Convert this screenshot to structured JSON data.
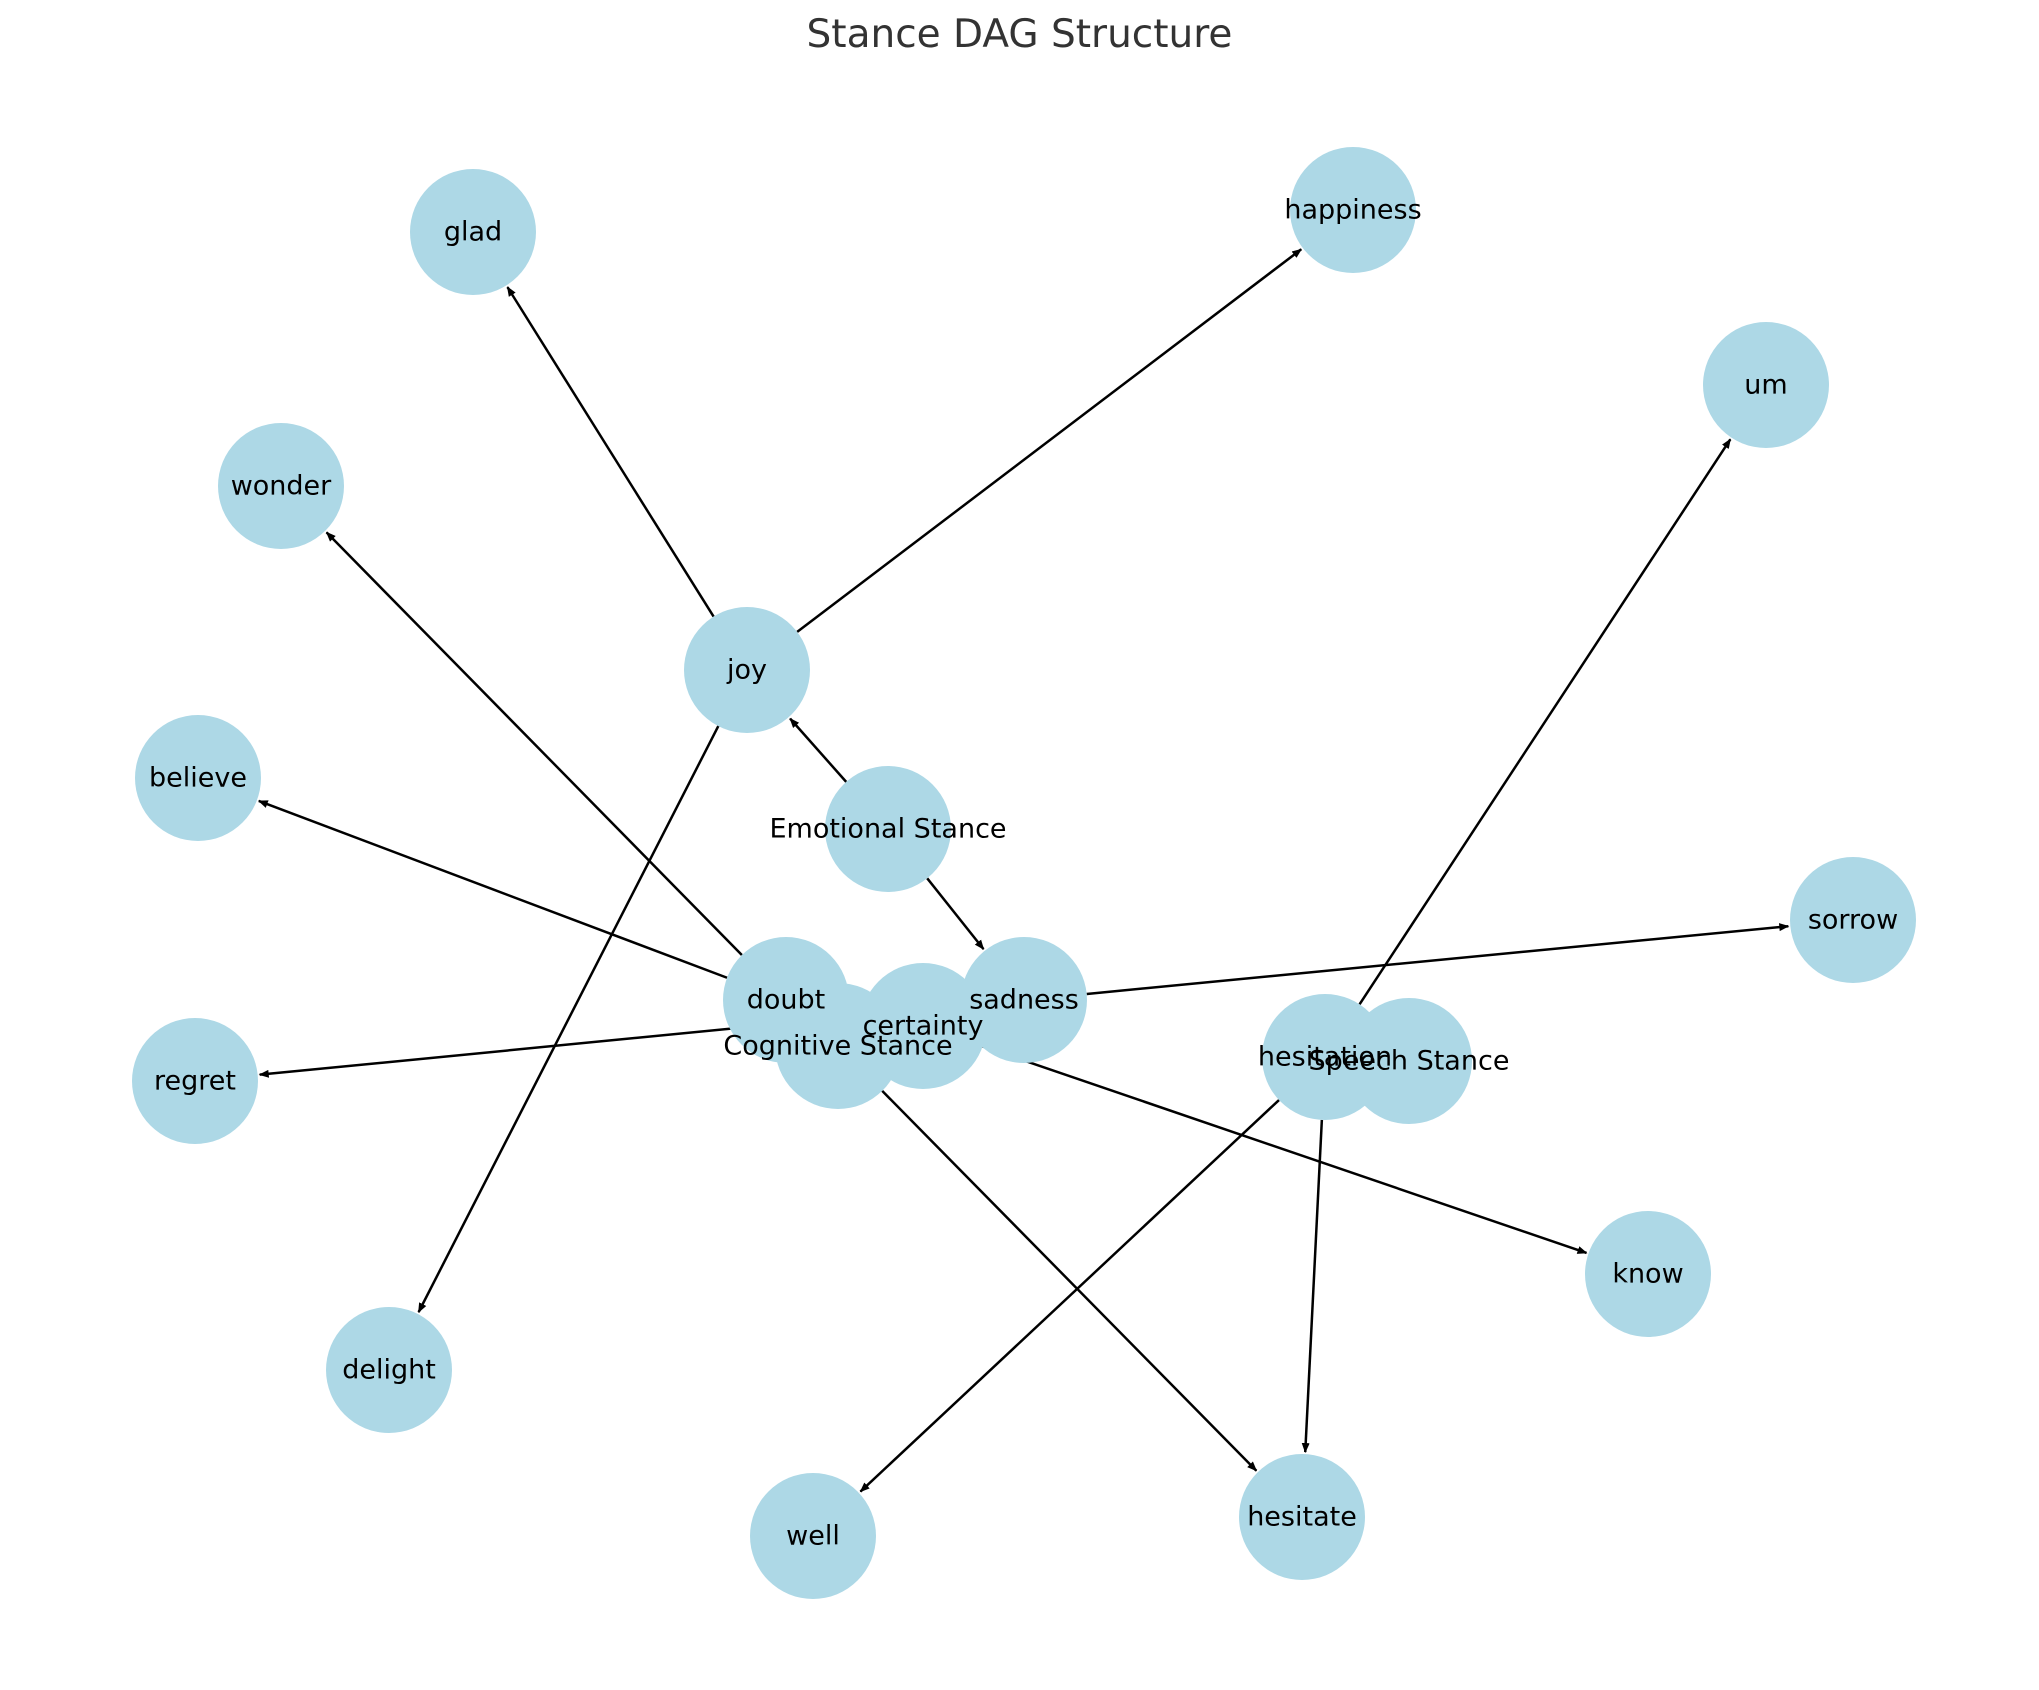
{
  "title": "Stance DAG Structure",
  "colors": {
    "node_fill": "#add8e6",
    "edge": "#000000",
    "title": "#333333"
  },
  "nodes": [
    {
      "id": "Emotional Stance",
      "label": "Emotional Stance"
    },
    {
      "id": "Cognitive Stance",
      "label": "Cognitive Stance"
    },
    {
      "id": "Speech Stance",
      "label": "Speech Stance"
    },
    {
      "id": "joy",
      "label": "joy"
    },
    {
      "id": "sadness",
      "label": "sadness"
    },
    {
      "id": "doubt",
      "label": "doubt"
    },
    {
      "id": "certainty",
      "label": "certainty"
    },
    {
      "id": "hesitation",
      "label": "hesitation"
    },
    {
      "id": "glad",
      "label": "glad"
    },
    {
      "id": "happiness",
      "label": "happiness"
    },
    {
      "id": "delight",
      "label": "delight"
    },
    {
      "id": "sorrow",
      "label": "sorrow"
    },
    {
      "id": "regret",
      "label": "regret"
    },
    {
      "id": "wonder",
      "label": "wonder"
    },
    {
      "id": "believe",
      "label": "believe"
    },
    {
      "id": "know",
      "label": "know"
    },
    {
      "id": "um",
      "label": "um"
    },
    {
      "id": "well",
      "label": "well"
    },
    {
      "id": "hesitate",
      "label": "hesitate"
    }
  ],
  "edges": [
    {
      "source": "Emotional Stance",
      "target": "joy"
    },
    {
      "source": "Emotional Stance",
      "target": "sadness"
    },
    {
      "source": "Cognitive Stance",
      "target": "doubt"
    },
    {
      "source": "Cognitive Stance",
      "target": "certainty"
    },
    {
      "source": "Speech Stance",
      "target": "hesitation"
    },
    {
      "source": "joy",
      "target": "glad"
    },
    {
      "source": "joy",
      "target": "happiness"
    },
    {
      "source": "joy",
      "target": "delight"
    },
    {
      "source": "sadness",
      "target": "sorrow"
    },
    {
      "source": "sadness",
      "target": "regret"
    },
    {
      "source": "doubt",
      "target": "wonder"
    },
    {
      "source": "doubt",
      "target": "believe"
    },
    {
      "source": "certainty",
      "target": "know"
    },
    {
      "source": "hesitation",
      "target": "um"
    },
    {
      "source": "hesitation",
      "target": "well"
    },
    {
      "source": "hesitation",
      "target": "hesitate"
    },
    {
      "source": "Cognitive Stance",
      "target": "hesitate"
    }
  ]
}
